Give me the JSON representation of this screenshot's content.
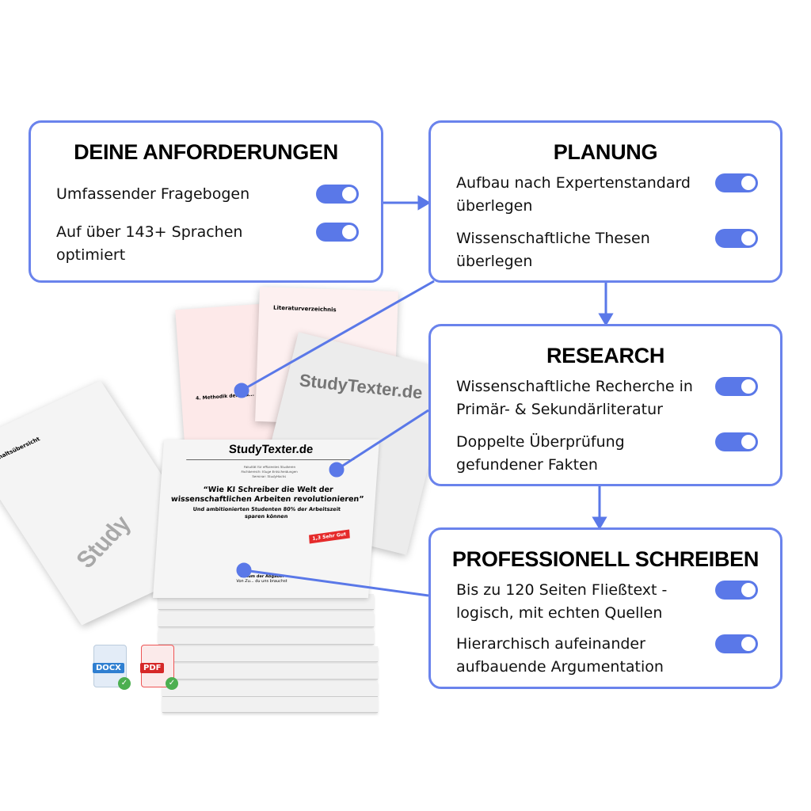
{
  "accent_color": "#5a78e8",
  "steps": [
    {
      "title": "DEINE ANFORDERUNGEN",
      "items": [
        "Umfassender Fragebogen",
        "Auf über 143+ Sprachen optimiert"
      ]
    },
    {
      "title": "PLANUNG",
      "items": [
        "Aufbau nach Expertenstandard überlegen",
        "Wissenschaftliche Thesen überlegen"
      ]
    },
    {
      "title": "RESEARCH",
      "items": [
        "Wissenschaftliche Recherche in Primär- & Sekundärliteratur",
        "Doppelte Überprüfung gefundener Fakten"
      ]
    },
    {
      "title": "PROFESSIONELL SCHREIBEN",
      "items": [
        "Bis zu 120 Seiten Fließtext - logisch, mit echten Quellen",
        "Hierarchisch aufeinander aufbauende Argumentation"
      ]
    }
  ],
  "document": {
    "brand": "StudyTexter.de",
    "meta": [
      "Fakultät für effizientes Studieren",
      "Fachbereich: Kluge Entscheidungen",
      "Seminar: StudyHacks"
    ],
    "title": "“Wie KI Schreiber die Welt der wissenschaftlichen Arbeiten revolutionieren”",
    "subtitle": "Und ambitionierten Studenten 80% der Arbeitszeit sparen können",
    "grade_badge": "1,3 Sehr Gut",
    "footer_label": "Datum der Abgabe:",
    "footer_text": "Von Zu... du uns brauchst",
    "toc_heading": "Inhaltsübersicht",
    "lit_heading": "Literaturverzeichnis",
    "method_heading": "4. Methodik der Stu..."
  },
  "file_formats": [
    "DOCX",
    "PDF"
  ]
}
